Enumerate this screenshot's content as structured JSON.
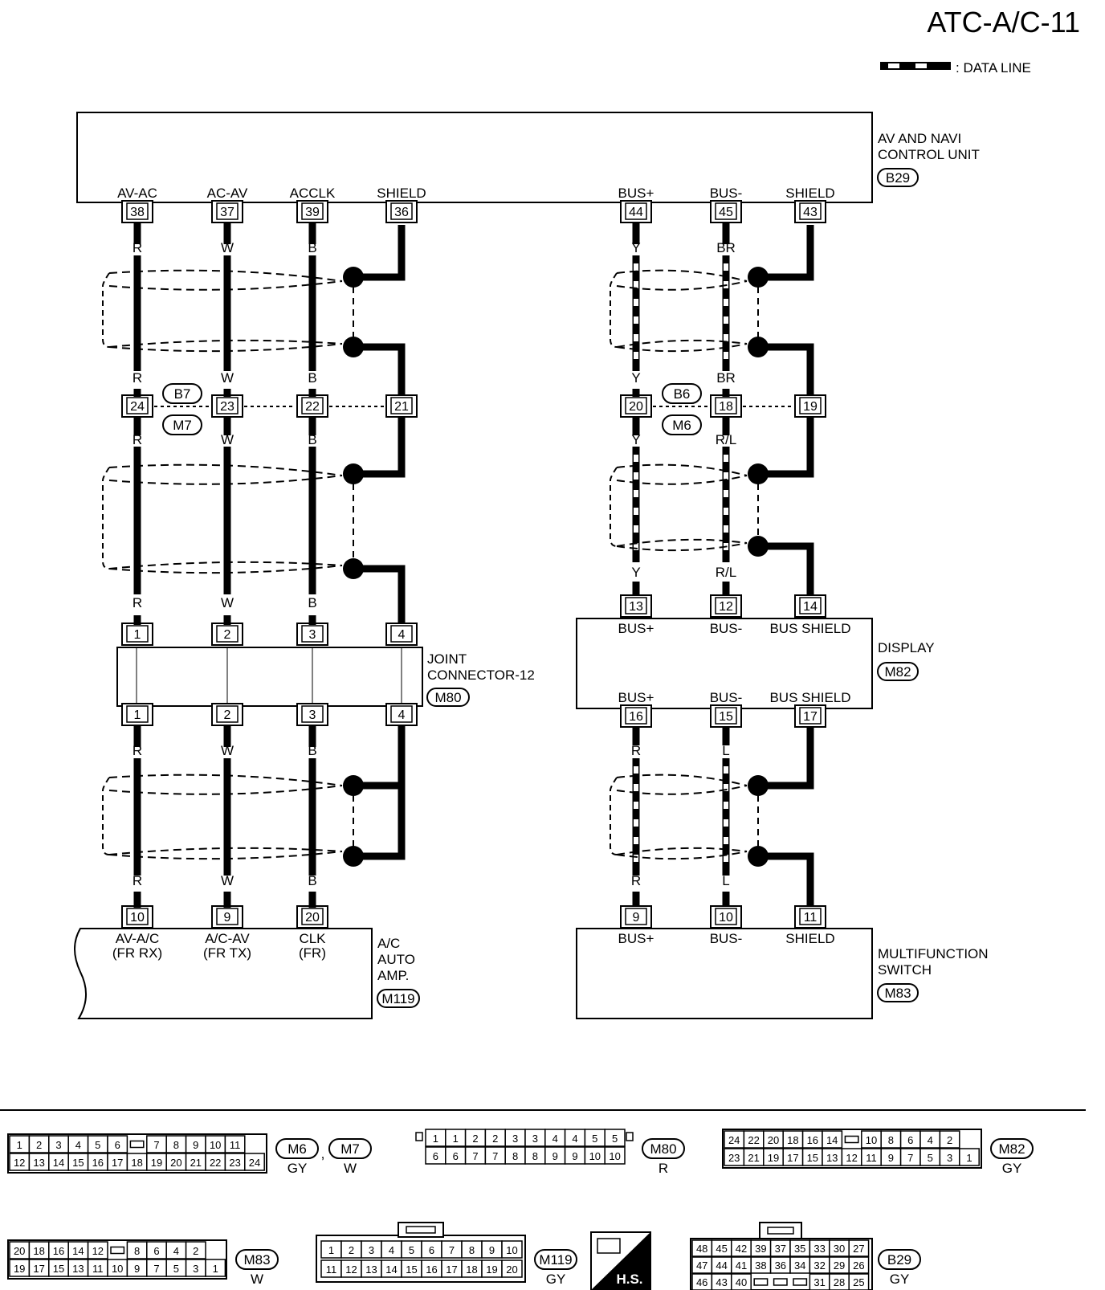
{
  "title": "ATC-A/C-11",
  "legend": {
    "label": ": DATA LINE"
  },
  "av_navi": {
    "line1": "AV AND NAVI",
    "line2": "CONTROL UNIT",
    "code": "B29"
  },
  "display": {
    "line1": "DISPLAY",
    "code": "M82"
  },
  "joint": {
    "line1": "JOINT",
    "line2": "CONNECTOR-12",
    "code": "M80"
  },
  "acamp": {
    "line1": "A/C",
    "line2": "AUTO",
    "line3": "AMP.",
    "code": "M119"
  },
  "mfs": {
    "line1": "MULTIFUNCTION",
    "line2": "SWITCH",
    "code": "M83"
  },
  "wires": [
    {
      "top_label": "AV-AC",
      "top_pin": "38",
      "c1": "R",
      "c2": "R",
      "mid_pin": "24",
      "c3": "R",
      "c4": "R",
      "j_pin": "1",
      "c5": "R",
      "c6": "R",
      "bot_pin": "10",
      "bot1": "AV-A/C",
      "bot2": "(FR RX)"
    },
    {
      "top_label": "AC-AV",
      "top_pin": "37",
      "c1": "W",
      "c2": "W",
      "mid_pin": "23",
      "c3": "W",
      "c4": "W",
      "j_pin": "2",
      "c5": "W",
      "c6": "W",
      "bot_pin": "9",
      "bot1": "A/C-AV",
      "bot2": "(FR TX)"
    },
    {
      "top_label": "ACCLK",
      "top_pin": "39",
      "c1": "B",
      "c2": "B",
      "mid_pin": "22",
      "c3": "B",
      "c4": "B",
      "j_pin": "3",
      "c5": "B",
      "c6": "B",
      "bot_pin": "20",
      "bot1": "CLK",
      "bot2": "(FR)"
    },
    {
      "top_label": "SHIELD",
      "top_pin": "36",
      "mid_pin": "21",
      "j_pin": "4"
    }
  ],
  "bus": [
    {
      "top_label": "BUS+",
      "top_pin": "44",
      "c1": "Y",
      "c2": "Y",
      "mid_pin": "20",
      "c3": "Y",
      "c4": "Y",
      "d_top_pin": "13",
      "d_top": "BUS+",
      "d_bot": "BUS+",
      "d_bot_pin": "16",
      "c5": "R",
      "c6": "R",
      "m_pin": "9",
      "m_label": "BUS+"
    },
    {
      "top_label": "BUS-",
      "top_pin": "45",
      "c1": "BR",
      "c2": "BR",
      "mid_pin": "18",
      "c3": "R/L",
      "c4": "R/L",
      "d_top_pin": "12",
      "d_top": "BUS-",
      "d_bot": "BUS-",
      "d_bot_pin": "15",
      "c5": "L",
      "c6": "L",
      "m_pin": "10",
      "m_label": "BUS-"
    },
    {
      "top_label": "SHIELD",
      "top_pin": "43",
      "mid_pin": "19",
      "d_top_pin": "14",
      "d_top": "BUS SHIELD",
      "d_bot": "BUS SHIELD",
      "d_bot_pin": "17",
      "m_pin": "11",
      "m_label": "SHIELD"
    }
  ],
  "bubbles": {
    "b7": "B7",
    "m7": "M7",
    "b6": "B6",
    "m6": "M6"
  },
  "connectors": {
    "m6m7": {
      "top": [
        "1",
        "2",
        "3",
        "4",
        "5",
        "6",
        "",
        "7",
        "8",
        "9",
        "10",
        "11"
      ],
      "bottom": [
        "12",
        "13",
        "14",
        "15",
        "16",
        "17",
        "18",
        "19",
        "20",
        "21",
        "22",
        "23",
        "24"
      ],
      "code1": "M6",
      "color1": "GY",
      "sep": ",",
      "code2": "M7",
      "color2": "W"
    },
    "m80": {
      "top": [
        "1",
        "1",
        "2",
        "2",
        "3",
        "3",
        "4",
        "4",
        "5",
        "5"
      ],
      "bottom": [
        "6",
        "6",
        "7",
        "7",
        "8",
        "8",
        "9",
        "9",
        "10",
        "10"
      ],
      "code": "M80",
      "color": "R"
    },
    "m82": {
      "top": [
        "24",
        "22",
        "20",
        "18",
        "16",
        "14",
        "",
        "10",
        "8",
        "6",
        "4",
        "2"
      ],
      "bottom": [
        "23",
        "21",
        "19",
        "17",
        "15",
        "13",
        "12",
        "11",
        "9",
        "7",
        "5",
        "3",
        "1"
      ],
      "code": "M82",
      "color": "GY"
    },
    "m83": {
      "top": [
        "20",
        "18",
        "16",
        "14",
        "12",
        "",
        "8",
        "6",
        "4",
        "2"
      ],
      "bottom": [
        "19",
        "17",
        "15",
        "13",
        "11",
        "10",
        "9",
        "7",
        "5",
        "3",
        "1"
      ],
      "code": "M83",
      "color": "W"
    },
    "m119": {
      "top": [
        "1",
        "2",
        "3",
        "4",
        "5",
        "6",
        "7",
        "8",
        "9",
        "10"
      ],
      "bottom": [
        "11",
        "12",
        "13",
        "14",
        "15",
        "16",
        "17",
        "18",
        "19",
        "20"
      ],
      "code": "M119",
      "color": "GY"
    },
    "hs": {
      "label": "H.S."
    },
    "b29": {
      "r1": [
        "48",
        "45",
        "42",
        "39",
        "37",
        "35",
        "33",
        "30",
        "27"
      ],
      "r2": [
        "47",
        "44",
        "41",
        "38",
        "36",
        "34",
        "32",
        "29",
        "26"
      ],
      "r3": [
        "46",
        "43",
        "40",
        "",
        "",
        "",
        "31",
        "28",
        "25"
      ],
      "code": "B29",
      "color": "GY"
    }
  }
}
